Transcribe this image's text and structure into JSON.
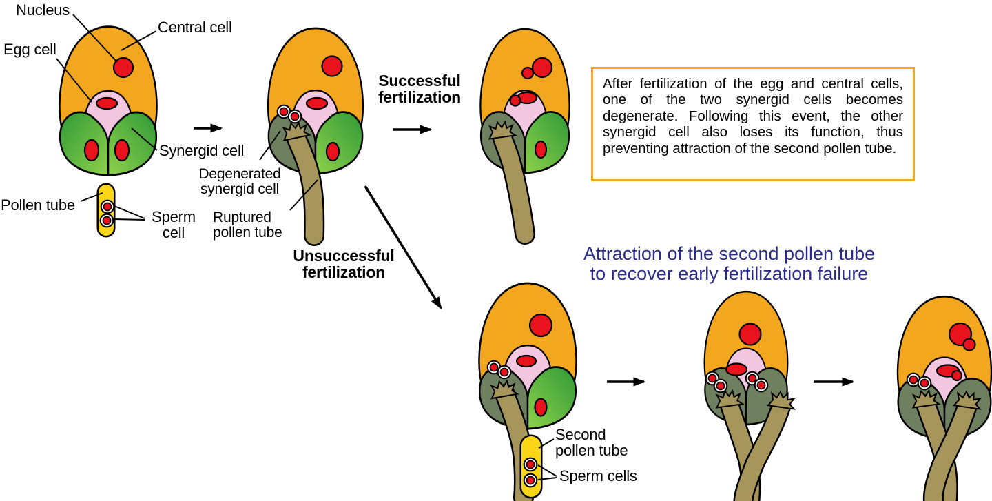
{
  "colors": {
    "outline": "#000000",
    "ovule_body": "#F2A71F",
    "egg_cell": "#F4C7E0",
    "nucleus_red": "#E8131D",
    "synergid_green_dark": "#2F9937",
    "synergid_green_light": "#8ED14B",
    "synergid_degenerated": "#6F8060",
    "pollen_tube_yellow": "#FBD616",
    "pollen_tube_olive": "#A6965C",
    "info_box_border": "#F5A623",
    "heading_blue": "#2B2B8C"
  },
  "labels": {
    "nucleus": "Nucleus",
    "central_cell": "Central cell",
    "egg_cell": "Egg cell",
    "synergid_cell": "Synergid cell",
    "pollen_tube": "Pollen tube",
    "sperm_cell": "Sperm\ncell",
    "degenerated_synergid": "Degenerated\nsynergid cell",
    "ruptured_pollen_tube": "Ruptured\npollen tube",
    "second_pollen_tube": "Second\npollen tube",
    "sperm_cells": "Sperm cells"
  },
  "headings": {
    "successful": "Successful\nfertilization",
    "unsuccessful": "Unsuccessful\nfertilization",
    "attraction": "Attraction of the second pollen tube\nto recover early fertilization failure"
  },
  "info_box": {
    "text": "After fertilization of the egg and central cells, one of the two synergid cells becomes degenerate. Following this event, the other synergid cell also loses its function, thus preventing attraction of the second pollen tube."
  }
}
